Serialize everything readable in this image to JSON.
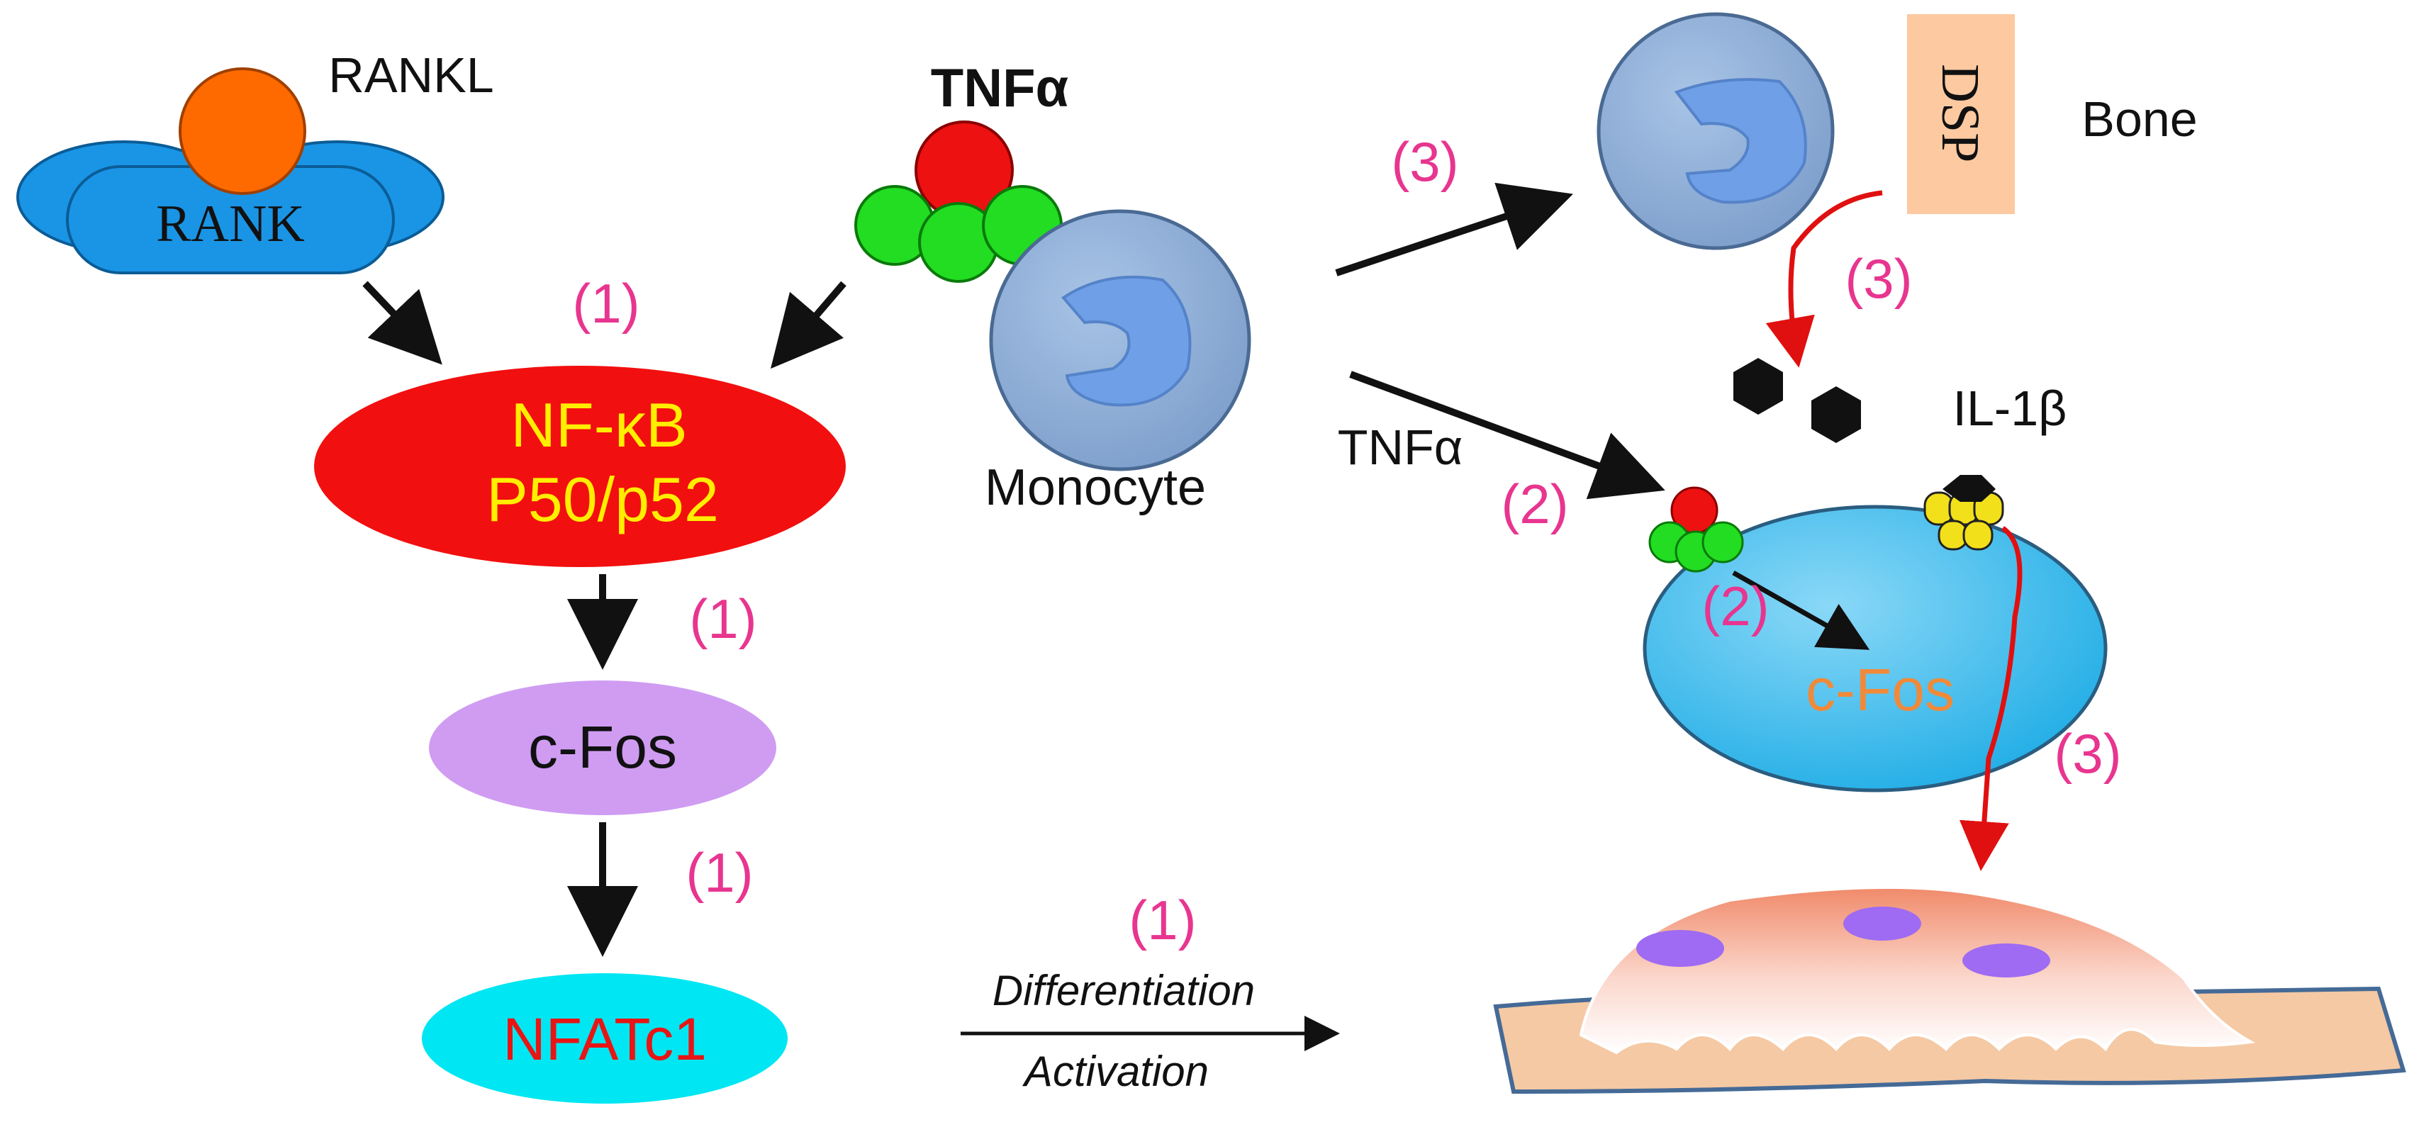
{
  "labels": {
    "rankl": "RANKL",
    "rank": "RANK",
    "tnfa_top": "TNFα",
    "tnfa_mid": "TNFα",
    "nfkb_line1": "NF-κB",
    "nfkb_line2": "P50/p52",
    "monocyte": "Monocyte",
    "cfos_left": "c-Fos",
    "nfatc1": "NFATc1",
    "dsp": "DSP",
    "bone": "Bone",
    "il1b": "IL-1β",
    "cfos_right": "c-Fos",
    "differentiation": "Differentiation",
    "activation": "Activation"
  },
  "steps": {
    "s1a": "(1)",
    "s1b": "(1)",
    "s1c": "(1)",
    "s1d": "(1)",
    "s2a": "(2)",
    "s2b": "(2)",
    "s3a": "(3)",
    "s3b": "(3)",
    "s3c": "(3)"
  },
  "colors": {
    "step_pink": "#e8358f",
    "nfkb_fill": "#f20f0f",
    "nfkb_text": "#ffee00",
    "cfos_fill": "#cf9cf2",
    "nfatc1_fill": "#00e6f2",
    "nfatc1_text": "#e81515",
    "cell_fill": "#8fb0d9",
    "nucleus_fill": "#6f9fe6",
    "rank_fill": "#1a95e6",
    "rankl_fill": "#ff6a00",
    "tnf_red": "#ee1111",
    "tnf_green": "#22dd22",
    "dsp_fill": "#fcc9a0",
    "osteoclast_precursor": "#3fbff0",
    "cfos_right_text": "#f08a3a",
    "bone_fill": "#f5c9a4",
    "red_arrow": "#e01010"
  }
}
